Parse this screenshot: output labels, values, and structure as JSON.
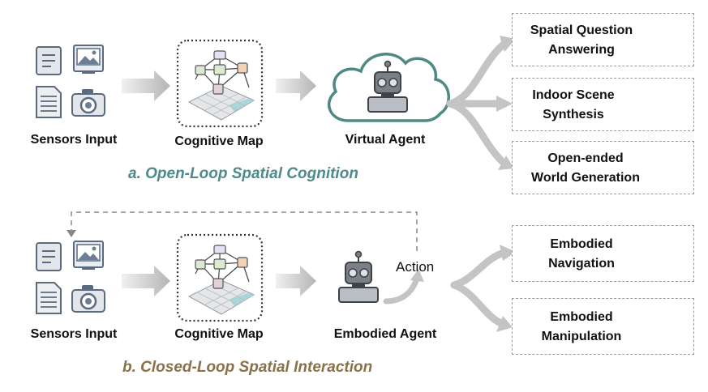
{
  "open_loop": {
    "sensors_label": "Sensors Input",
    "map_label": "Cognitive Map",
    "agent_label": "Virtual Agent",
    "caption": "a. Open-Loop Spatial Cognition",
    "caption_color": "#4f8a8b",
    "outputs": [
      {
        "line1": "Spatial Question",
        "line2": "Answering",
        "icon": "cube-question-icon"
      },
      {
        "line1": "Indoor Scene",
        "line2": "Synthesis",
        "icon": "room-icon"
      },
      {
        "line1": "Open-ended",
        "line2": "World Generation",
        "icon": "globe-icon"
      }
    ]
  },
  "closed_loop": {
    "sensors_label": "Sensors Input",
    "map_label": "Cognitive Map",
    "agent_label": "Embodied Agent",
    "action_label": "Action",
    "caption": "b. Closed-Loop Spatial Interaction",
    "caption_color": "#8a7148",
    "outputs": [
      {
        "line1": "Embodied",
        "line2": "Navigation",
        "icon": "map-search-icon"
      },
      {
        "line1": "Embodied",
        "line2": "Manipulation",
        "icon": "robot-arm-icon"
      }
    ]
  },
  "colors": {
    "cloud": "#4e8a83",
    "arrow": "#bdbdbd",
    "icon_blue": "#5a6b80",
    "robot_gray": "#6d7278"
  }
}
